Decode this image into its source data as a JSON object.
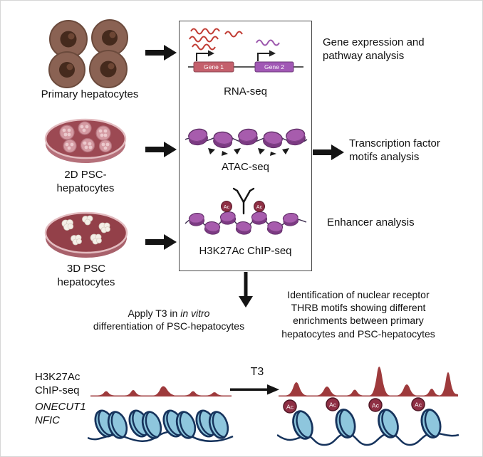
{
  "colors": {
    "track_red": "#9e3a3c",
    "ac_red": "#8e2f44",
    "gene1_box": "#c4606c",
    "gene2_box": "#a158b5",
    "nucleosome_purple": "#a75cad",
    "nucleosome_blue": "#8ec6dd",
    "nucleosome_blue_outline": "#16335c",
    "dish_red": "#9c4953",
    "cell_brown": "#8a6253",
    "arrow_black": "#141414"
  },
  "left_column": {
    "primary_label": "Primary hepatocytes",
    "dish2d_label_line1": "2D PSC-",
    "dish2d_label_line2": "hepatocytes",
    "dish3d_label_line1": "3D PSC",
    "dish3d_label_line2": "hepatocytes"
  },
  "assay_box": {
    "rna_label": "RNA-seq",
    "gene1_label": "Gene 1",
    "gene2_label": "Gene 2",
    "atac_label": "ATAC-seq",
    "chip_label": "H3K27Ac ChIP-seq"
  },
  "right_column": {
    "gene_expression_line1": "Gene expression and",
    "gene_expression_line2": "pathway analysis",
    "tf_motifs_line1": "Transcription factor",
    "tf_motifs_line2": "motifs analysis",
    "enhancer_label": "Enhancer analysis"
  },
  "bottom": {
    "apply_t3_prefix": "Apply T3 in ",
    "apply_t3_italic": "in vitro",
    "apply_t3_line2": "differentiation of PSC-hepatocytes",
    "identification_line1": "Identification of nuclear receptor",
    "identification_line2": "THRB motifs showing different",
    "identification_line3": "enrichments between primary",
    "identification_line4": "hepatocytes and PSC-hepatocytes",
    "track_label_line1": "H3K27Ac",
    "track_label_line2": "ChIP-seq",
    "t3_label": "T3",
    "gene_label_line1": "ONECUT1",
    "gene_label_line2": "NFIC",
    "ac_label": "Ac"
  }
}
